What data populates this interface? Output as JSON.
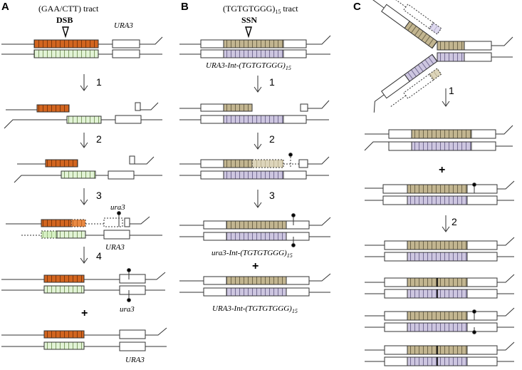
{
  "colors": {
    "orange": "#d2651f",
    "green": "#e2f3d6",
    "green_stroke": "#6a8a4a",
    "tan": "#c2b590",
    "lavender": "#cdc6e0",
    "line": "#333333"
  },
  "panel_a": {
    "label": "A",
    "tract_label": "(GAA/CTT) tract",
    "break_label": "DSB",
    "gene_label": "URA3",
    "steps": [
      "1",
      "2",
      "3",
      "4"
    ],
    "mut_label": "ura3",
    "gene_label_2": "URA3",
    "mut_label_2": "ura3",
    "plus": "+",
    "gene_label_3": "URA3"
  },
  "panel_b": {
    "label": "B",
    "tract_label_pre": "(TGTGTGGG)",
    "tract_label_sub": "15",
    "tract_label_post": " tract",
    "break_label": "SSN",
    "construct_label": "URA3-Int-(TGTGTGGG)",
    "construct_sub": "15",
    "steps": [
      "1",
      "2",
      "3"
    ],
    "mut_construct_label": "ura3-Int-(TGTGTGGG)",
    "mut_construct_sub": "15",
    "plus": "+",
    "construct_label_2": "URA3-Int-(TGTGTGGG)",
    "construct_sub_2": "15"
  },
  "panel_c": {
    "label": "C",
    "steps": [
      "1",
      "2"
    ],
    "plus": "+"
  }
}
